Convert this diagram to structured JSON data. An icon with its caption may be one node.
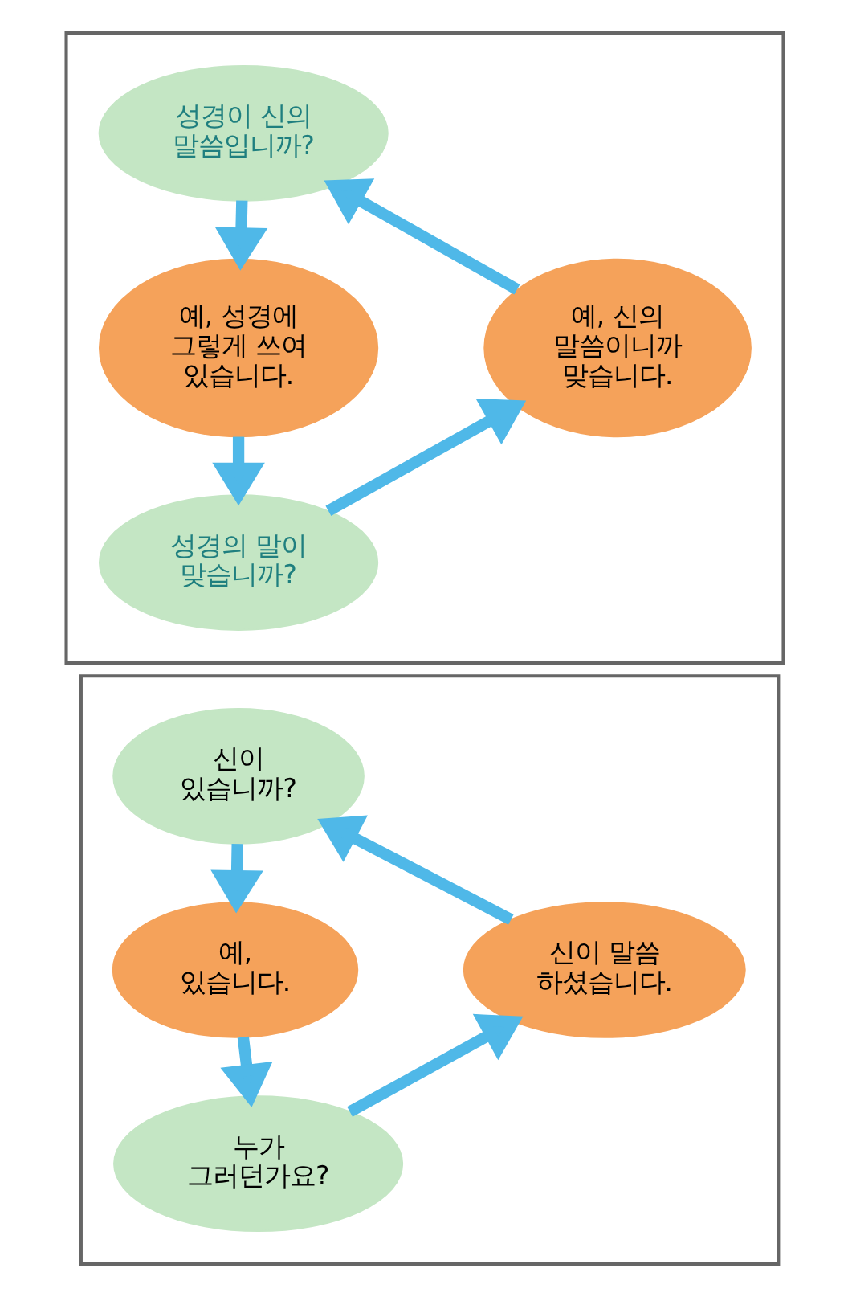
{
  "diagram": {
    "nodes": [
      {
        "text": [],
        "shape": "box"
      },
      {
        "text": [
          "성경이 신의 말씀입니까?"
        ],
        "in": 0
      },
      {
        "text": [
          "예, 성경에 그렇게 쓰여 있습니다."
        ],
        "in": 0
      },
      {
        "text": [
          "성경의 말이 맞습니까?"
        ],
        "in": 0
      },
      {
        "text": [
          "예, 신의 말씀이니까 맞습니다."
        ],
        "in": 0
      },
      {
        "text": [],
        "shape": "box"
      },
      {
        "text": [
          "신이 있습니까?"
        ],
        "in": 5
      },
      {
        "text": [
          "예, 있습니다."
        ],
        "in": 5
      },
      {
        "text": [
          "누가 그러던가요?"
        ],
        "in": 5
      },
      {
        "text": [
          "신이 말씀 하셨습니다."
        ],
        "in": 5
      }
    ],
    "edges": [
      {
        "from": 1,
        "to": 2,
        "arrow": "to"
      },
      {
        "from": 2,
        "to": 3,
        "arrow": "to"
      },
      {
        "from": 3,
        "to": 4,
        "arrow": "to"
      },
      {
        "from": 4,
        "to": 1,
        "arrow": "to"
      },
      {
        "from": 6,
        "to": 7,
        "arrow": "to"
      },
      {
        "from": 7,
        "to": 8,
        "arrow": "to"
      },
      {
        "from": 8,
        "to": 9,
        "arrow": "to"
      },
      {
        "from": 9,
        "to": 6,
        "arrow": "to"
      }
    ]
  }
}
